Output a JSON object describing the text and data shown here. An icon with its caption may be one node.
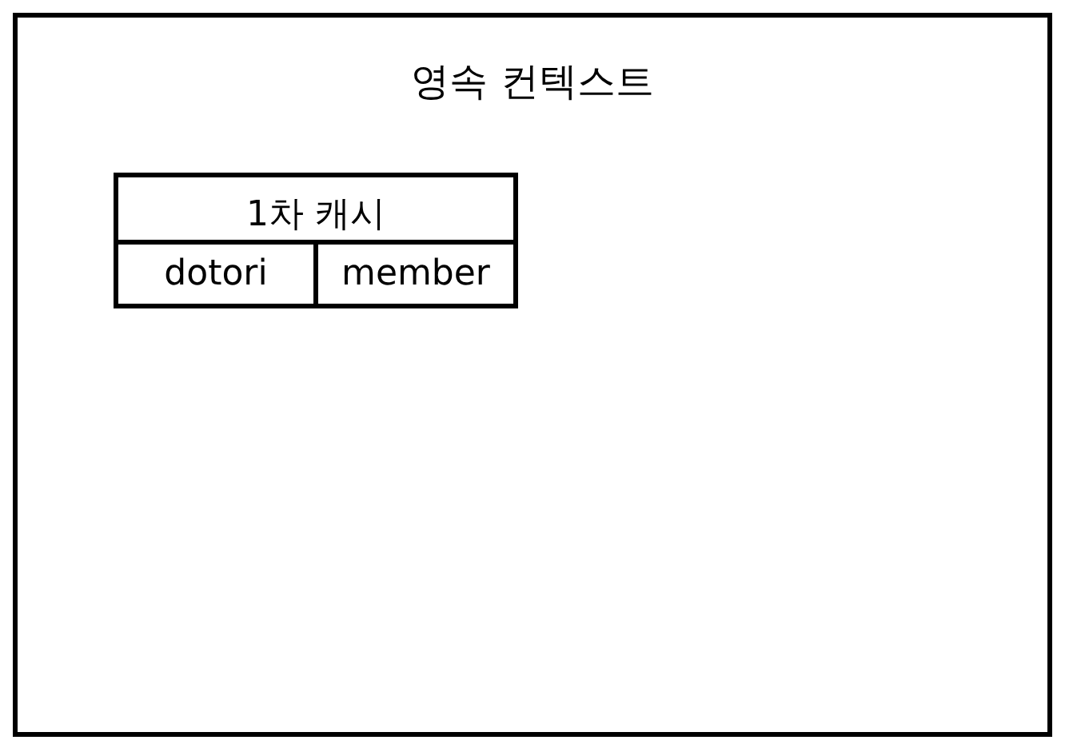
{
  "diagram": {
    "nodes": [
      {
        "text": [
          "영속 컨텍스트"
        ]
      },
      {
        "text": [
          "1차 캐시"
        ],
        "in": 0
      },
      {
        "text": [
          "dotori"
        ],
        "in": 1
      },
      {
        "text": [
          "member"
        ],
        "in": 1
      }
    ]
  }
}
